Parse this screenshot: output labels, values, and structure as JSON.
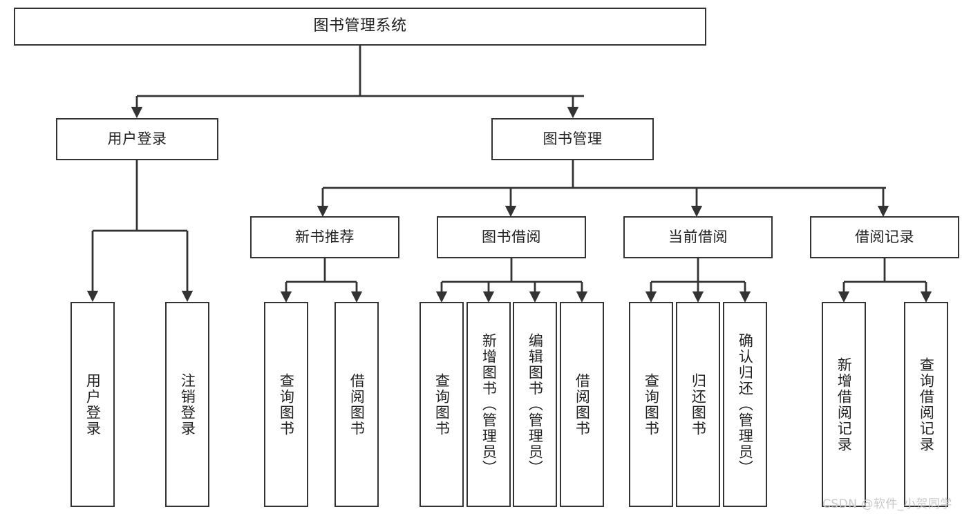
{
  "diagram": {
    "type": "tree-hierarchy-chart",
    "title": "图书管理系统",
    "watermark": "CSDN @软件_小贺同学",
    "colors": {
      "box_border": "#333333",
      "box_fill": "#ffffff",
      "connector": "#333333",
      "text": "#222222",
      "watermark": "#c9c9c9",
      "background": "#ffffff"
    },
    "levels": {
      "root": [
        "图书管理系统"
      ],
      "level1": [
        "用户登录",
        "图书管理"
      ],
      "level2": [
        "新书推荐",
        "图书借阅",
        "当前借阅",
        "借阅记录"
      ],
      "leaves": [
        "用户登录",
        "注销登录",
        "查询图书",
        "借阅图书",
        "查询图书",
        "新增图书（管理员）",
        "编辑图书（管理员）",
        "借阅图书",
        "查询图书",
        "归还图书",
        "确认归还（管理员）",
        "新增借阅记录",
        "查询借阅记录"
      ]
    },
    "nodes": {
      "root": {
        "label": "图书管理系统"
      },
      "user_login": {
        "label": "用户登录"
      },
      "book_manage": {
        "label": "图书管理"
      },
      "new_book_rec": {
        "label": "新书推荐"
      },
      "book_borrow": {
        "label": "图书借阅"
      },
      "current_borrow": {
        "label": "当前借阅"
      },
      "borrow_record": {
        "label": "借阅记录"
      },
      "leaf_user_login": {
        "label": "用户登录"
      },
      "leaf_logout": {
        "label": "注销登录"
      },
      "leaf_query_book_a": {
        "label": "查询图书"
      },
      "leaf_borrow_book_a": {
        "label": "借阅图书"
      },
      "leaf_query_book_b": {
        "label": "查询图书"
      },
      "leaf_add_book": {
        "label": "新增图书（管理员）"
      },
      "leaf_edit_book": {
        "label": "编辑图书（管理员）"
      },
      "leaf_borrow_book_b": {
        "label": "借阅图书"
      },
      "leaf_query_book_c": {
        "label": "查询图书"
      },
      "leaf_return_book": {
        "label": "归还图书"
      },
      "leaf_confirm_return": {
        "label": "确认归还（管理员）"
      },
      "leaf_add_record": {
        "label": "新增借阅记录"
      },
      "leaf_query_record": {
        "label": "查询借阅记录"
      }
    }
  }
}
